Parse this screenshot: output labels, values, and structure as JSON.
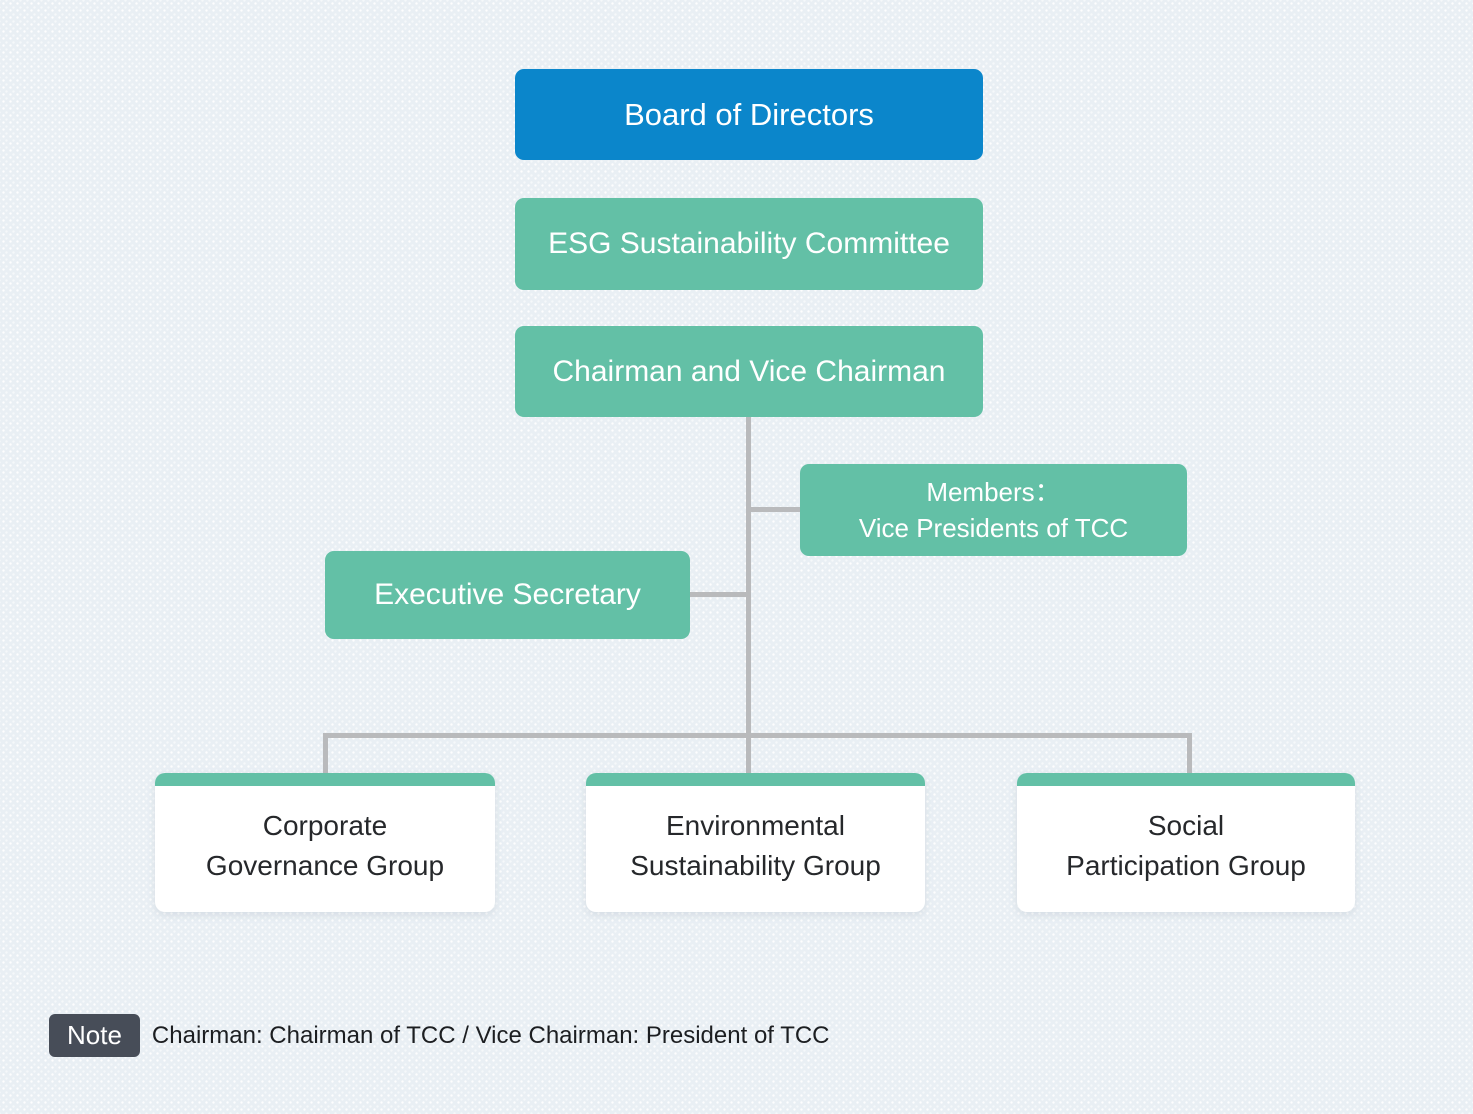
{
  "diagram": {
    "nodes": {
      "board": {
        "label": "Board of Directors"
      },
      "esg": {
        "label": "ESG Sustainability Committee"
      },
      "chairman": {
        "label": "Chairman and Vice Chairman"
      },
      "members": {
        "line1": "Members：",
        "line2": "Vice Presidents of TCC"
      },
      "executive": {
        "label": "Executive Secretary"
      },
      "groups": [
        {
          "line1": "Corporate",
          "line2": "Governance Group"
        },
        {
          "line1": "Environmental",
          "line2": "Sustainability Group"
        },
        {
          "line1": "Social",
          "line2": "Participation Group"
        }
      ]
    },
    "note": {
      "badge": "Note",
      "text": "Chairman: Chairman of TCC / Vice Chairman: President of TCC"
    },
    "colors": {
      "background": "#e9eff4",
      "accent_blue": "#0b86cb",
      "accent_teal": "#63c0a6",
      "connector_gray": "#b9babc",
      "group_card_bg": "#ffffff",
      "note_badge_bg": "#474d58",
      "dark_text": "#26282b"
    }
  }
}
